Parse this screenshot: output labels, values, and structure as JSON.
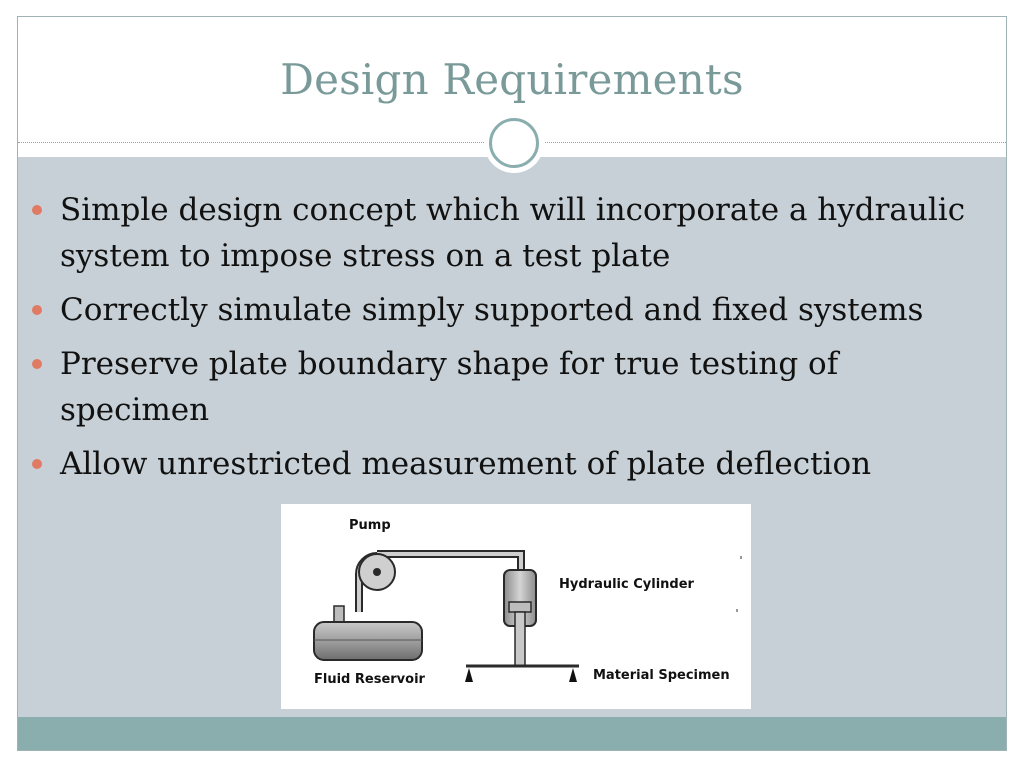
{
  "slide": {
    "title": "Design Requirements",
    "bullets": [
      "Simple design concept which will incorporate a hydraulic system to impose stress on a test plate",
      "Correctly simulate simply supported and fixed systems",
      "Preserve plate boundary shape for true testing of specimen",
      "Allow unrestricted measurement of plate deflection"
    ]
  },
  "diagram": {
    "labels": {
      "pump": "Pump",
      "hydraulic_cylinder": "Hydraulic Cylinder",
      "fluid_reservoir": "Fluid Reservoir",
      "material_specimen": "Material Specimen"
    }
  },
  "colors": {
    "title": "#7a9a9a",
    "content_background": "#c6d0d6",
    "accent_bar": "#8aaeae",
    "bullet": "#e07a62"
  }
}
